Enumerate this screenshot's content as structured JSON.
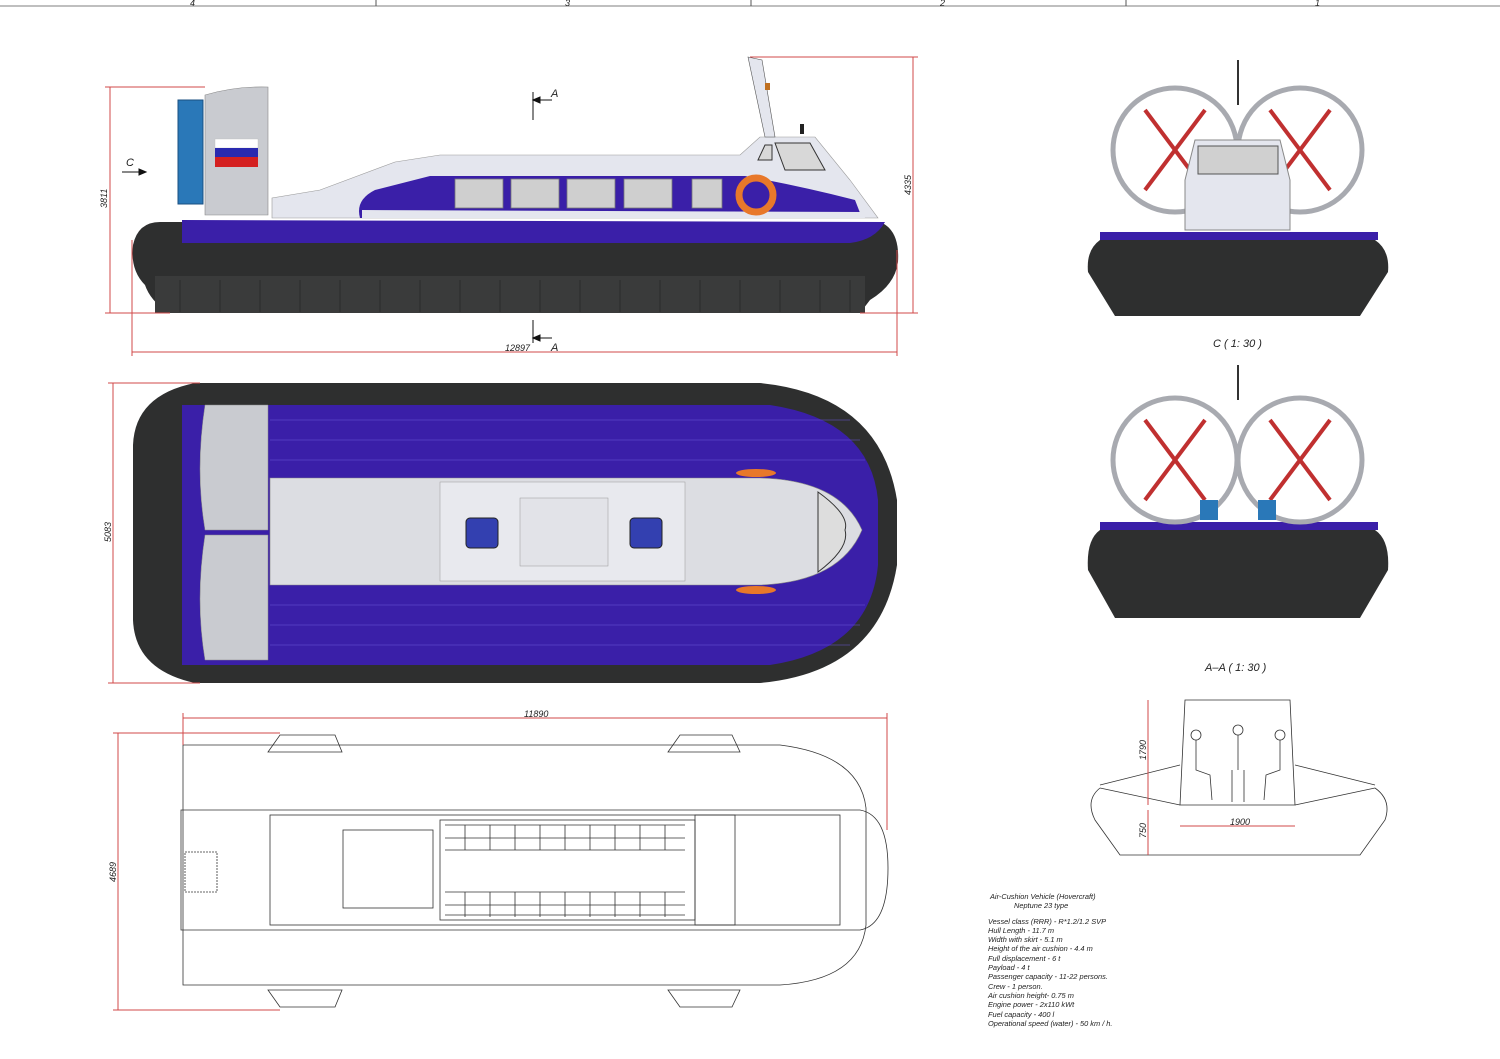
{
  "sheet": {
    "zone_numbers": [
      "4",
      "3",
      "2",
      "1"
    ]
  },
  "side_view": {
    "height_total": "3811",
    "height_with_mast": "4335",
    "length_overall": "12897",
    "view_marker": "C",
    "section_marker_top": "A",
    "section_marker_bottom": "A"
  },
  "top_view": {
    "width_with_skirt": "5083"
  },
  "plan_view": {
    "length": "11890",
    "width": "4689"
  },
  "front_view": {
    "title": "C ( 1: 30 )"
  },
  "rear_view": {},
  "section_view": {
    "title": "A–A ( 1: 30 )",
    "cabin_height": "1790",
    "cushion_height": "750",
    "floor_width": "1900"
  },
  "specs": {
    "title": "Air-Cushion Vehicle (Hovercraft)",
    "subtitle": "Neptune 23 type",
    "lines": [
      "Vessel class (RRR) - R*1.2/1.2 SVP",
      "Hull Length - 11.7 m",
      "Width with skirt - 5.1 m",
      "Height of the air cushion - 4.4 m",
      "Full displacement - 6 t",
      "Payload - 4 t",
      "Passenger capacity - 11-22 persons.",
      "Crew - 1 person.",
      "Air cushion height- 0.75 m",
      "Engine power - 2x110 kWt",
      "Fuel capacity - 400 l",
      "Operational speed (water) - 50 km / h."
    ]
  },
  "colors": {
    "hull_blue": "#3a1fa8",
    "skirt": "#2e2f2f",
    "dimension": "#d04848",
    "superstructure": "#e4e6ee",
    "life_ring": "#e8782a",
    "fan_blue": "#2a78b8"
  }
}
